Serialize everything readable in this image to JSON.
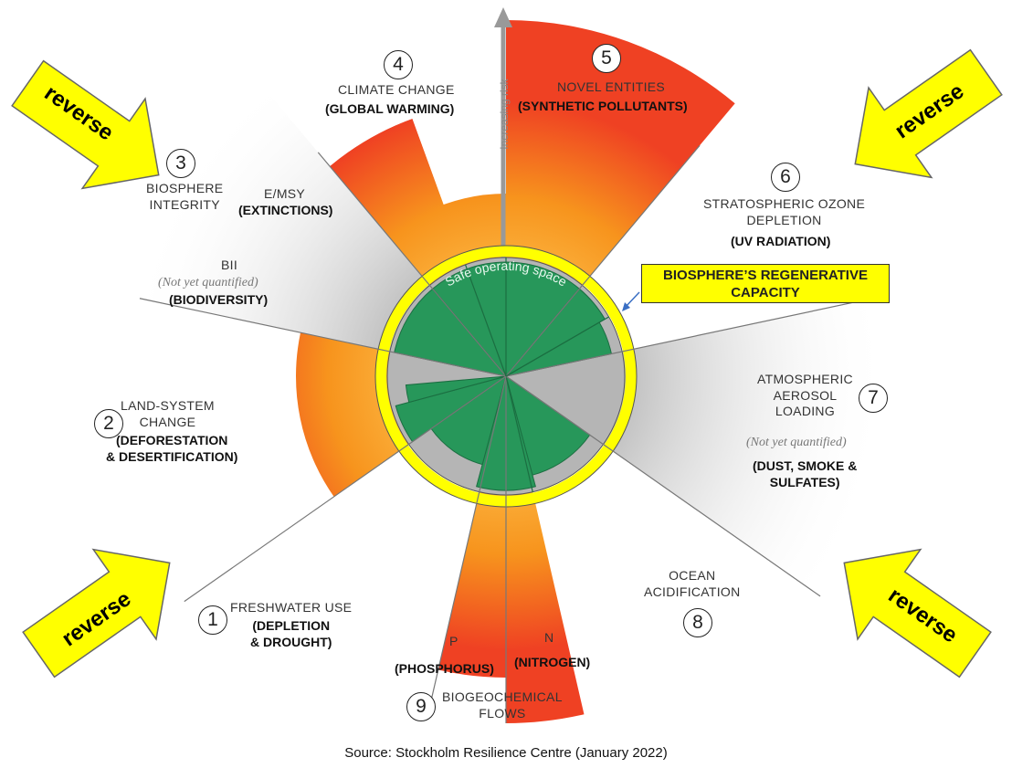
{
  "labels": {
    "b1_num": "1",
    "b1_title": "FRESHWATER USE",
    "b1_sub": "(DEPLETION\n& DROUGHT)",
    "b2_num": "2",
    "b2_title": "LAND-SYSTEM\nCHANGE",
    "b2_sub": "(DEFORESTATION\n& DESERTIFICATION)",
    "b3_num": "3",
    "b3_title": "BIOSPHERE\nINTEGRITY",
    "b3_emsy": "E/MSY",
    "b3_emsy_sub": "(EXTINCTIONS)",
    "b3_bii": "BII",
    "b3_bii_nq": "(Not yet quantified)",
    "b3_bii_sub": "(BIODIVERSITY)",
    "b4_num": "4",
    "b4_title": "CLIMATE CHANGE",
    "b4_sub": "(GLOBAL WARMING)",
    "b5_num": "5",
    "b5_title": "NOVEL ENTITIES",
    "b5_sub": "(SYNTHETIC POLLUTANTS)",
    "b6_num": "6",
    "b6_title": "STRATOSPHERIC OZONE\nDEPLETION",
    "b6_sub": "(UV RADIATION)",
    "b7_num": "7",
    "b7_title": "ATMOSPHERIC\nAEROSOL\nLOADING",
    "b7_nq": "(Not yet quantified)",
    "b7_sub": "(DUST, SMOKE &\nSULFATES)",
    "b8_num": "8",
    "b8_title": "OCEAN\nACIDIFICATION",
    "b9_num": "9",
    "b9_title": "BIOGEOCHEMICAL\nFLOWS",
    "b9_p": "P",
    "b9_p_sub": "(PHOSPHORUS)",
    "b9_n": "N",
    "b9_n_sub": "(NITROGEN)",
    "safe_space": "Safe operating space",
    "increasing_risk": "Increasing risk",
    "regen": "BIOSPHERE’S REGENERATIVE\nCAPACITY",
    "reverse": "reverse",
    "source": "Source: Stockholm Resilience Centre (January 2022)"
  },
  "colors": {
    "orange": "#f7941d",
    "red": "#f04e23",
    "safe_green": "#2a9d5c",
    "yellow": "#ffff00",
    "grey_wedge": "#cfcfcf"
  }
}
